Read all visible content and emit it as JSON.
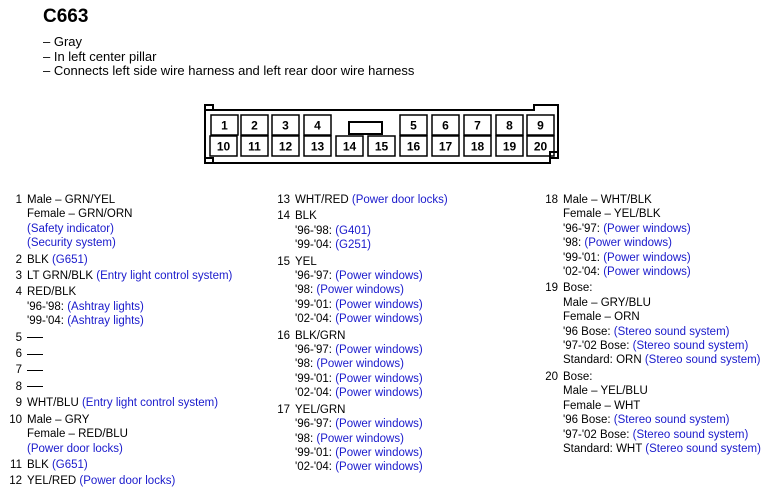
{
  "title": "C663",
  "description": [
    "– Gray",
    "– In left center pillar",
    "– Connects left side wire harness and left rear door wire harness"
  ],
  "connector": {
    "top_row": [
      "1",
      "2",
      "3",
      "4",
      "5",
      "6",
      "7",
      "8",
      "9"
    ],
    "bottom_row": [
      "10",
      "11",
      "12",
      "13",
      "14",
      "15",
      "16",
      "17",
      "18",
      "19",
      "20"
    ]
  },
  "col1": [
    {
      "num": "1",
      "lines": [
        [
          [
            "Male – GRN/YEL",
            ""
          ]
        ],
        [
          [
            "Female – GRN/ORN",
            ""
          ]
        ],
        [
          [
            "(Safety indicator)",
            "b"
          ]
        ],
        [
          [
            "(Security system)",
            "b"
          ]
        ]
      ]
    },
    {
      "num": "2",
      "lines": [
        [
          [
            "BLK ",
            ""
          ],
          [
            "(G651)",
            "b"
          ]
        ]
      ]
    },
    {
      "num": "3",
      "lines": [
        [
          [
            "LT GRN/BLK ",
            ""
          ],
          [
            "(Entry light control system)",
            "b"
          ]
        ]
      ]
    },
    {
      "num": "4",
      "lines": [
        [
          [
            "RED/BLK",
            ""
          ]
        ],
        [
          [
            "'96-'98: ",
            ""
          ],
          [
            "(Ashtray lights)",
            "b"
          ]
        ],
        [
          [
            "'99-'04: ",
            ""
          ],
          [
            "(Ashtray lights)",
            "b"
          ]
        ]
      ]
    },
    {
      "num": "5",
      "lines": [
        [
          [
            "—",
            "dash"
          ]
        ]
      ]
    },
    {
      "num": "6",
      "lines": [
        [
          [
            "—",
            "dash"
          ]
        ]
      ]
    },
    {
      "num": "7",
      "lines": [
        [
          [
            "—",
            "dash"
          ]
        ]
      ]
    },
    {
      "num": "8",
      "lines": [
        [
          [
            "—",
            "dash"
          ]
        ]
      ]
    },
    {
      "num": "9",
      "lines": [
        [
          [
            "WHT/BLU ",
            ""
          ],
          [
            "(Entry light control system)",
            "b"
          ]
        ]
      ]
    },
    {
      "num": "10",
      "lines": [
        [
          [
            "Male – GRY",
            ""
          ]
        ],
        [
          [
            "Female – RED/BLU",
            ""
          ]
        ],
        [
          [
            "(Power door locks)",
            "b"
          ]
        ]
      ]
    },
    {
      "num": "11",
      "lines": [
        [
          [
            "BLK ",
            ""
          ],
          [
            "(G651)",
            "b"
          ]
        ]
      ]
    },
    {
      "num": "12",
      "lines": [
        [
          [
            "YEL/RED ",
            ""
          ],
          [
            "(Power door locks)",
            "b"
          ]
        ]
      ]
    }
  ],
  "col2": [
    {
      "num": "13",
      "lines": [
        [
          [
            "WHT/RED ",
            ""
          ],
          [
            "(Power door locks)",
            "b"
          ]
        ]
      ]
    },
    {
      "num": "14",
      "lines": [
        [
          [
            "BLK",
            ""
          ]
        ],
        [
          [
            "'96-'98: ",
            ""
          ],
          [
            "(G401)",
            "b"
          ]
        ],
        [
          [
            "'99-'04: ",
            ""
          ],
          [
            "(G251)",
            "b"
          ]
        ]
      ]
    },
    {
      "num": "15",
      "lines": [
        [
          [
            "YEL",
            ""
          ]
        ],
        [
          [
            "'96-'97: ",
            ""
          ],
          [
            "(Power windows)",
            "b"
          ]
        ],
        [
          [
            "'98: ",
            ""
          ],
          [
            "(Power windows)",
            "b"
          ]
        ],
        [
          [
            "'99-'01: ",
            ""
          ],
          [
            "(Power windows)",
            "b"
          ]
        ],
        [
          [
            "'02-'04: ",
            ""
          ],
          [
            "(Power windows)",
            "b"
          ]
        ]
      ]
    },
    {
      "num": "16",
      "lines": [
        [
          [
            "BLK/GRN",
            ""
          ]
        ],
        [
          [
            "'96-'97: ",
            ""
          ],
          [
            "(Power windows)",
            "b"
          ]
        ],
        [
          [
            "'98: ",
            ""
          ],
          [
            "(Power windows)",
            "b"
          ]
        ],
        [
          [
            "'99-'01: ",
            ""
          ],
          [
            "(Power windows)",
            "b"
          ]
        ],
        [
          [
            "'02-'04: ",
            ""
          ],
          [
            "(Power windows)",
            "b"
          ]
        ]
      ]
    },
    {
      "num": "17",
      "lines": [
        [
          [
            "YEL/GRN",
            ""
          ]
        ],
        [
          [
            "'96-'97: ",
            ""
          ],
          [
            "(Power windows)",
            "b"
          ]
        ],
        [
          [
            "'98: ",
            ""
          ],
          [
            "(Power windows)",
            "b"
          ]
        ],
        [
          [
            "'99-'01: ",
            ""
          ],
          [
            "(Power windows)",
            "b"
          ]
        ],
        [
          [
            "'02-'04: ",
            ""
          ],
          [
            "(Power windows)",
            "b"
          ]
        ]
      ]
    }
  ],
  "col3": [
    {
      "num": "18",
      "lines": [
        [
          [
            "Male – WHT/BLK",
            ""
          ]
        ],
        [
          [
            "Female – YEL/BLK",
            ""
          ]
        ],
        [
          [
            "'96-'97: ",
            ""
          ],
          [
            "(Power windows)",
            "b"
          ]
        ],
        [
          [
            "'98: ",
            ""
          ],
          [
            "(Power windows)",
            "b"
          ]
        ],
        [
          [
            "'99-'01: ",
            ""
          ],
          [
            "(Power windows)",
            "b"
          ]
        ],
        [
          [
            "'02-'04: ",
            ""
          ],
          [
            "(Power windows)",
            "b"
          ]
        ]
      ]
    },
    {
      "num": "19",
      "lines": [
        [
          [
            "Bose:",
            ""
          ]
        ],
        [
          [
            "Male – GRY/BLU",
            ""
          ]
        ],
        [
          [
            "Female – ORN",
            ""
          ]
        ],
        [
          [
            "'96 Bose: ",
            ""
          ],
          [
            "(Stereo sound system)",
            "b"
          ]
        ],
        [
          [
            "'97-'02 Bose: ",
            ""
          ],
          [
            "(Stereo sound system)",
            "b"
          ]
        ],
        [
          [
            "Standard: ORN ",
            ""
          ],
          [
            "(Stereo sound system)",
            "b"
          ]
        ]
      ]
    },
    {
      "num": "20",
      "lines": [
        [
          [
            "Bose:",
            ""
          ]
        ],
        [
          [
            "Male – YEL/BLU",
            ""
          ]
        ],
        [
          [
            "Female – WHT",
            ""
          ]
        ],
        [
          [
            "'96 Bose: ",
            ""
          ],
          [
            "(Stereo sound system)",
            "b"
          ]
        ],
        [
          [
            "'97-'02 Bose: ",
            ""
          ],
          [
            "(Stereo sound system)",
            "b"
          ]
        ],
        [
          [
            "Standard: WHT ",
            ""
          ],
          [
            "(Stereo sound system)",
            "b"
          ]
        ]
      ]
    }
  ]
}
